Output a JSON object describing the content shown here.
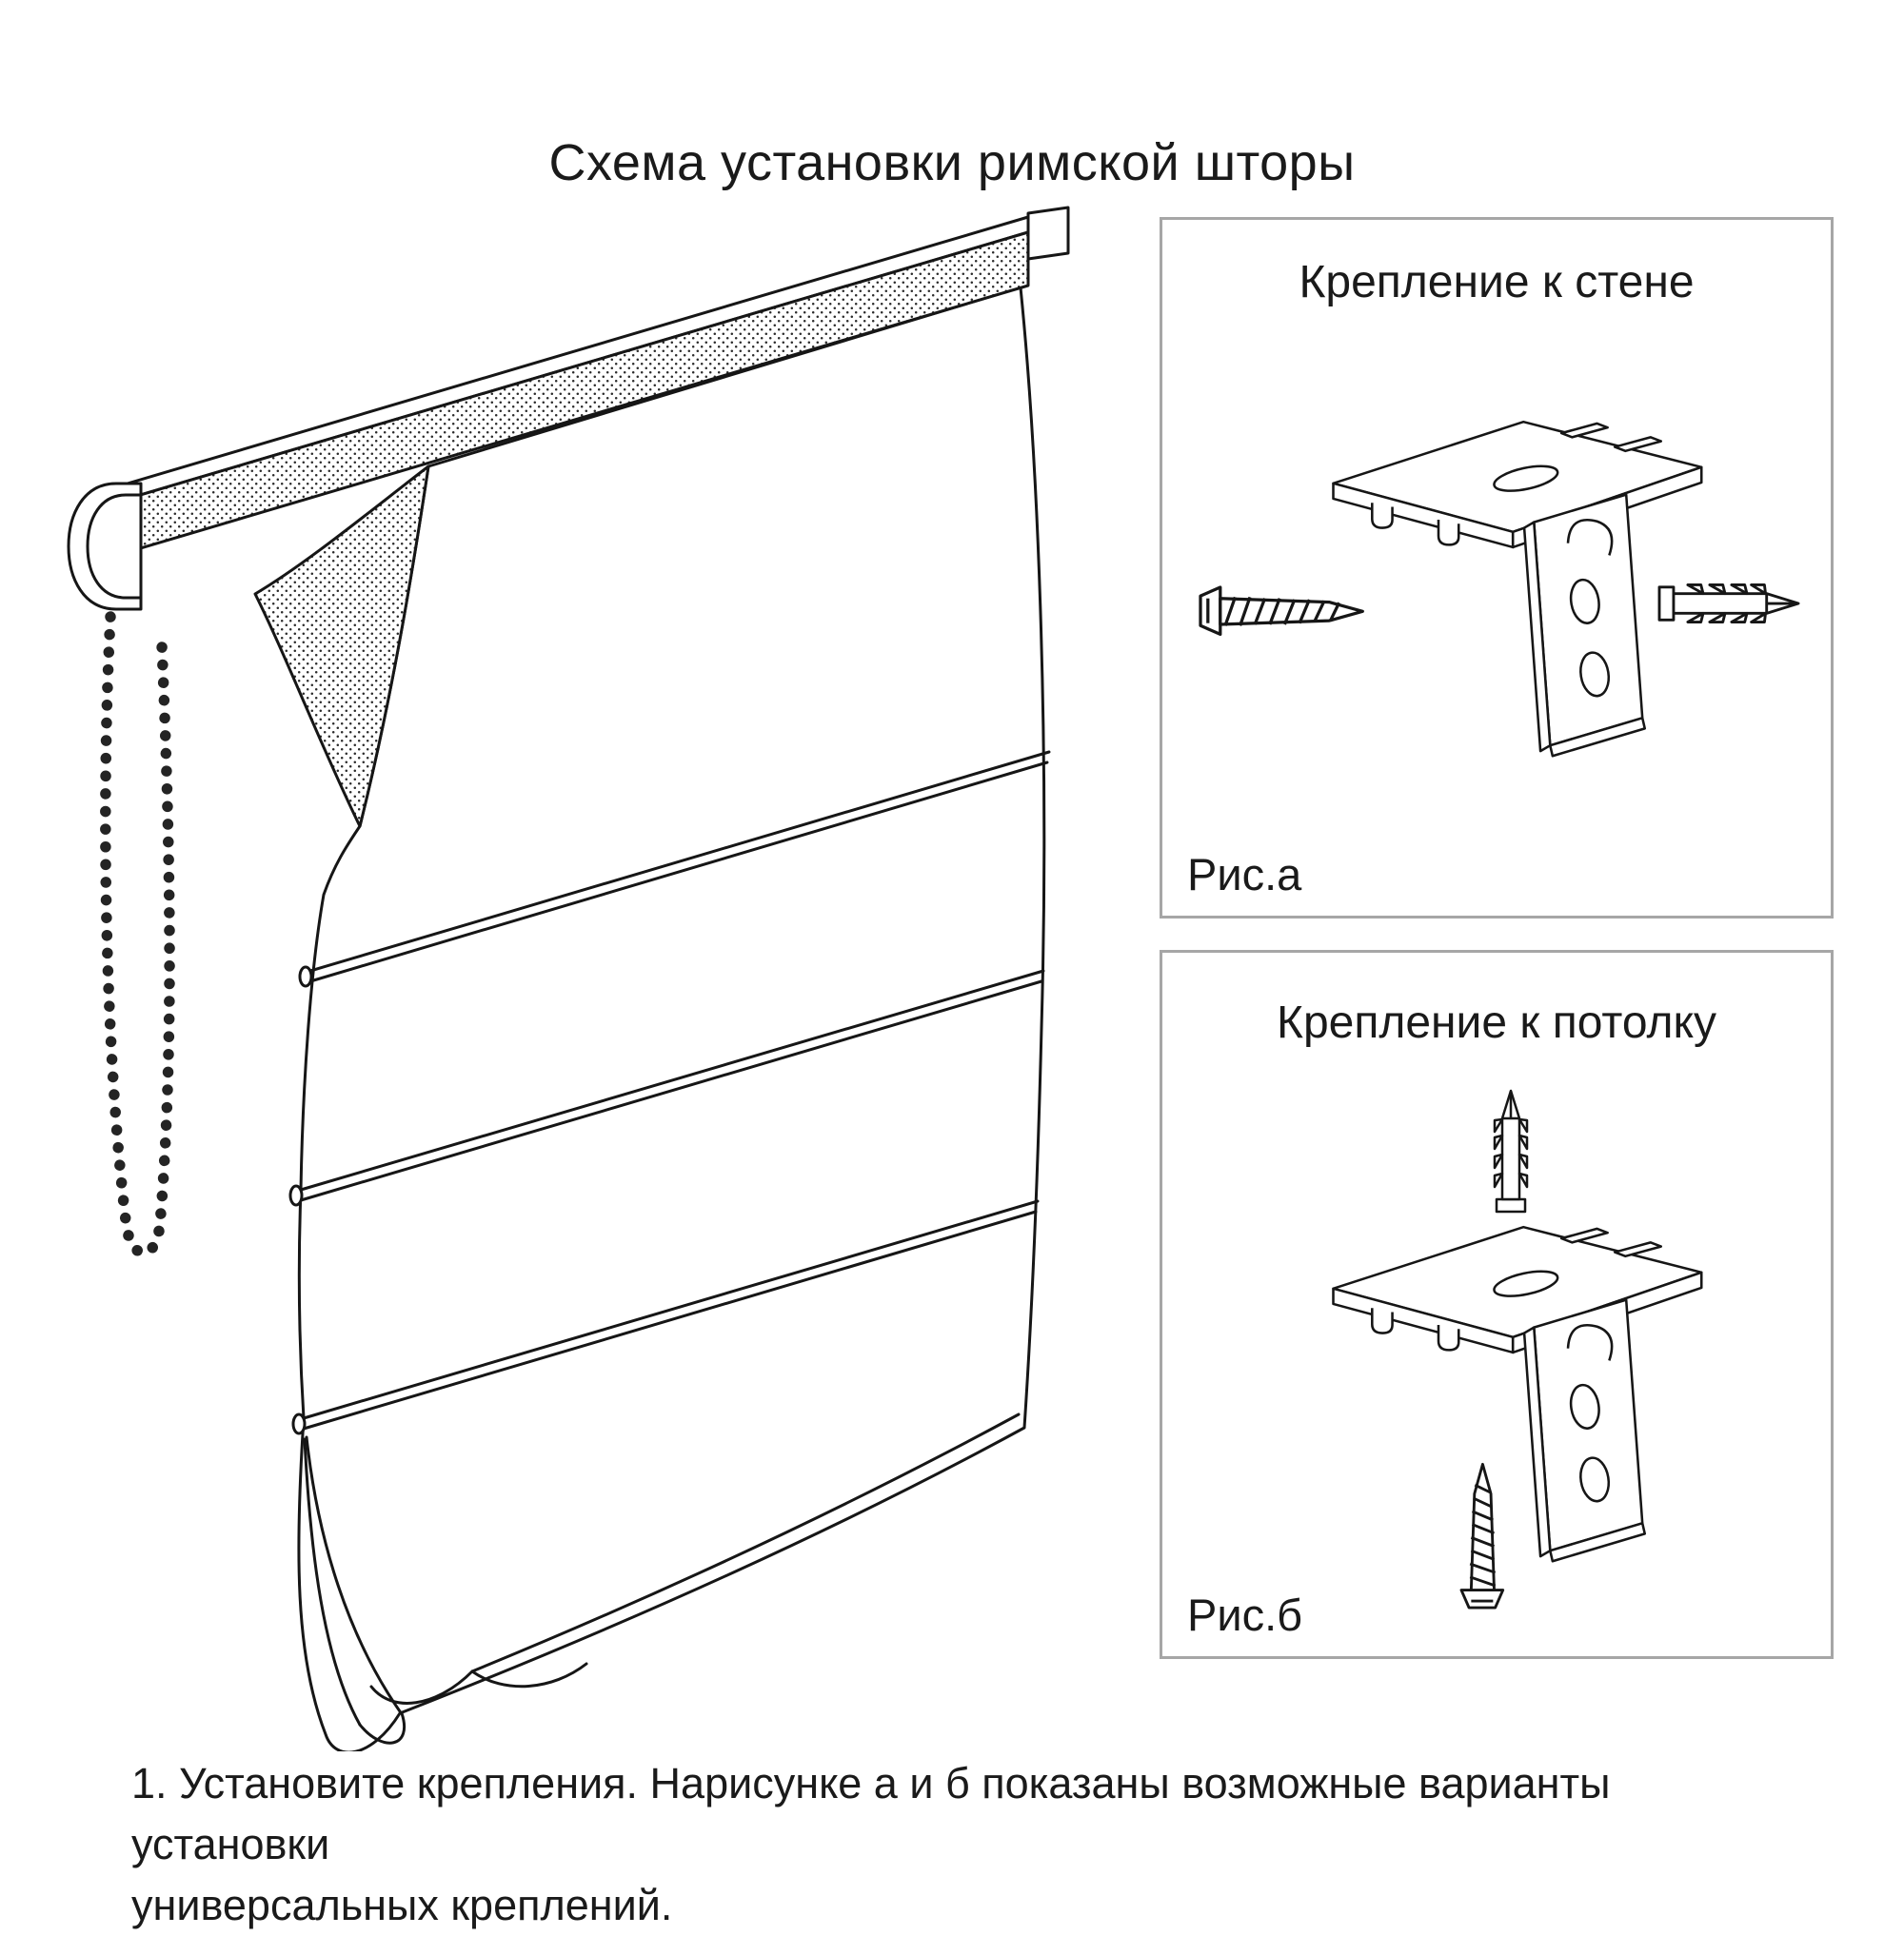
{
  "page": {
    "title": "Схема установки римской шторы",
    "background_color": "#ffffff",
    "ink_color": "#161616",
    "panel_border_color": "#a6a6a6"
  },
  "figure": {
    "parts": [
      "top-rail-with-velcro-strip",
      "control-end-cap",
      "bead-chain-loop",
      "fabric-panel",
      "fold-back-flap",
      "seam-rod-lines",
      "bottom-fold-drapes"
    ]
  },
  "panels": {
    "wall": {
      "title": "Крепление к стене",
      "caption": "Рис.а",
      "parts": [
        "mounting-bracket",
        "screw",
        "wall-plug"
      ]
    },
    "ceiling": {
      "title": "Крепление к потолку",
      "caption": "Рис.б",
      "parts": [
        "mounting-bracket",
        "screw",
        "wall-plug"
      ]
    }
  },
  "footer": {
    "step1": "1. Установите крепления. Нарисунке а и б показаны возможные варианты установки\nуниверсальных креплений."
  }
}
